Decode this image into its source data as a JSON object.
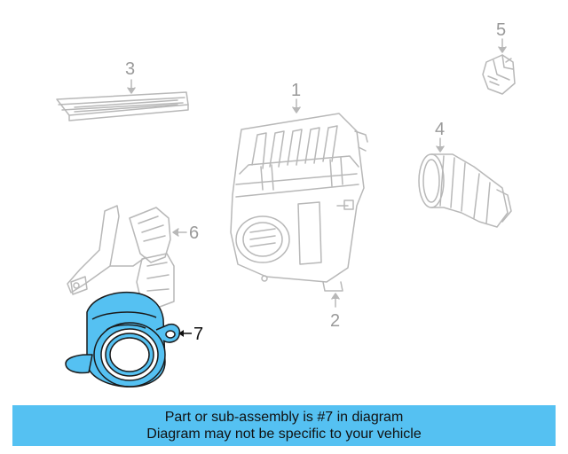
{
  "diagram": {
    "callouts": {
      "c1": "1",
      "c2": "2",
      "c3": "3",
      "c4": "4",
      "c5": "5",
      "c6": "6",
      "c7": "7"
    },
    "highlighted_part": "7",
    "highlight_color": "#55c1f2",
    "line_color": "#b8b8b8"
  },
  "banner": {
    "line1": "Part or sub-assembly is #7 in diagram",
    "line2": "Diagram may not be specific to your vehicle",
    "background": "#55c1f2"
  }
}
